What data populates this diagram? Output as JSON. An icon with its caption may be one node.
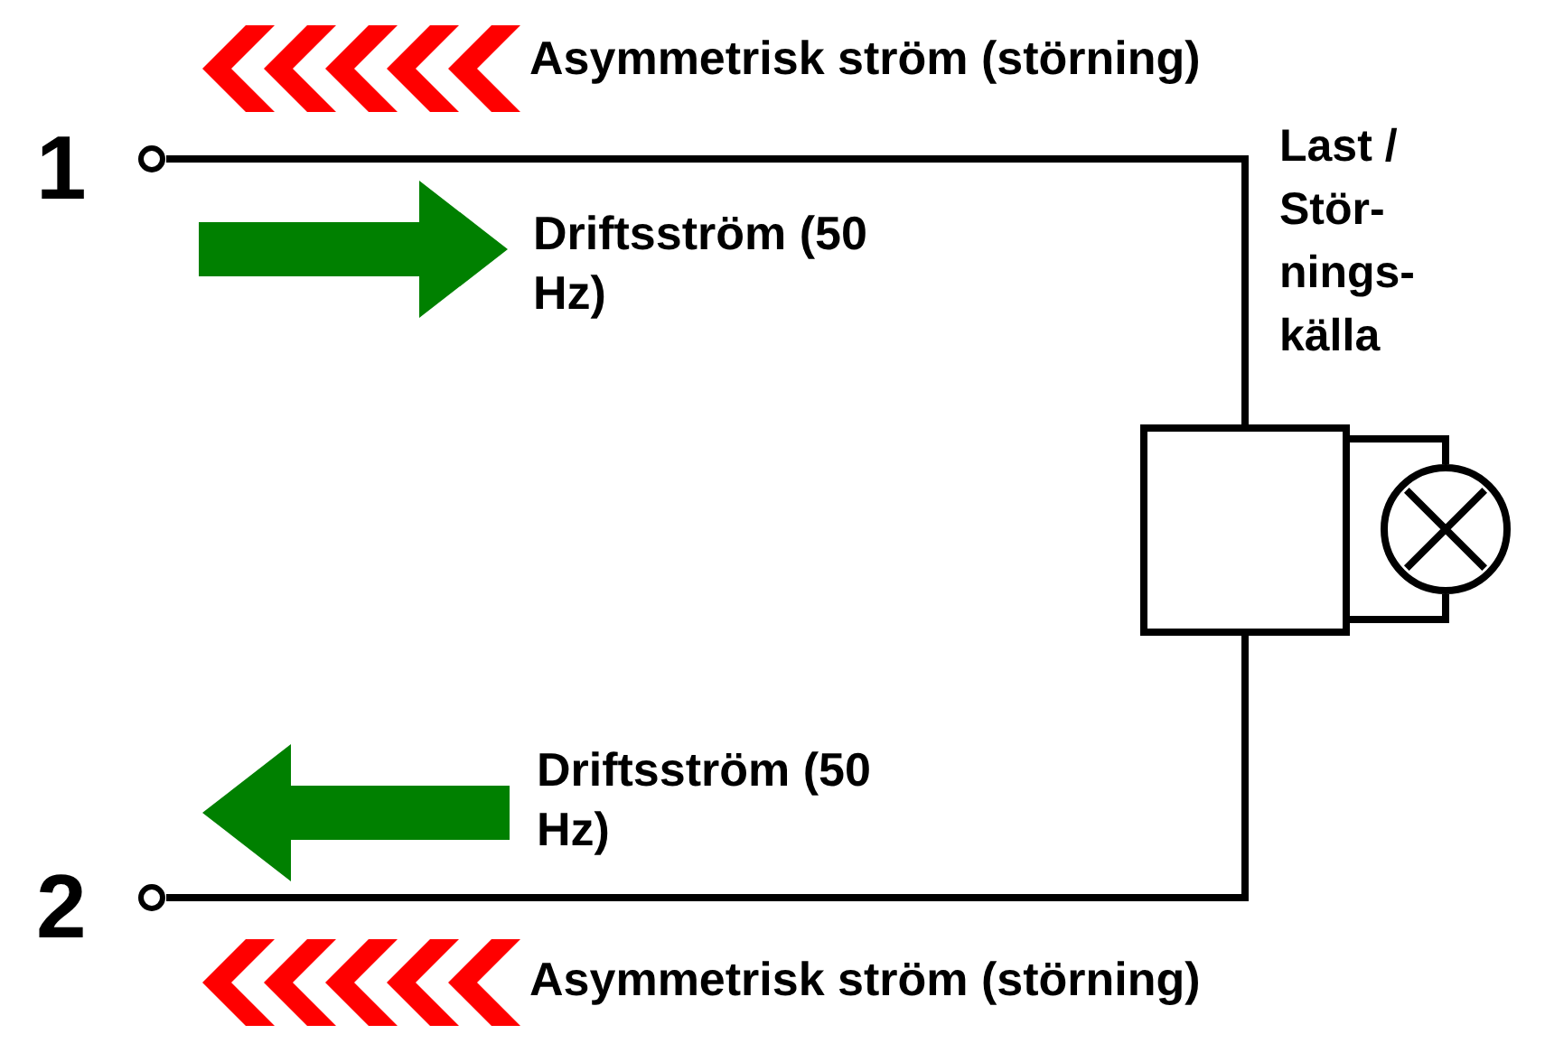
{
  "diagram": {
    "nodes": [
      {
        "text": [],
        "shape": "circle",
        "beside": [
          "1"
        ]
      },
      {
        "text": [],
        "shape": "circle",
        "beside": [
          "2"
        ]
      },
      {
        "text": [],
        "shape": "box",
        "beside": [
          "Last / Stör- nings- källa"
        ]
      },
      {
        "text": [],
        "shape": "circle"
      }
    ],
    "edges": [
      {
        "from": 0,
        "to": 2,
        "arrow": "none"
      },
      {
        "from": 2,
        "to": 1,
        "arrow": "none"
      },
      {
        "from": 2,
        "to": 3,
        "arrow": "none"
      }
    ],
    "labels": [
      "Asymmetrisk ström (störning)",
      "Driftsström (50 Hz)",
      "Driftsström (50 Hz)",
      "Asymmetrisk ström (störning)"
    ]
  }
}
